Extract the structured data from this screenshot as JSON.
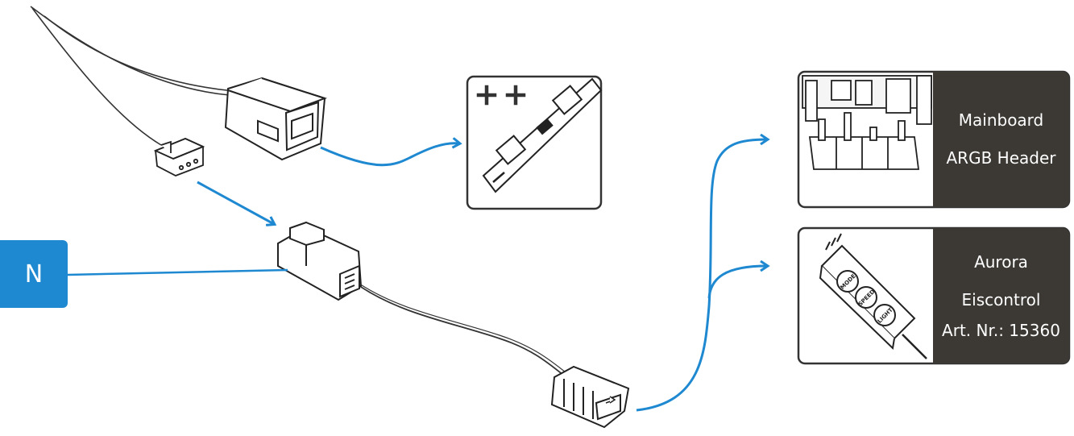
{
  "badge": {
    "label": "N"
  },
  "mainboard_card": {
    "line1": "Mainboard",
    "line2": "ARGB Header"
  },
  "aurora_card": {
    "line1": "Aurora",
    "line2": "Eiscontrol",
    "line3": "Art. Nr.: 15360"
  },
  "controller_buttons": [
    "MODE",
    "SPEED",
    "LIGHT"
  ],
  "colors": {
    "accent_blue": "#1e88d0",
    "panel_dark": "#3c3833",
    "line_gray": "#333333"
  }
}
